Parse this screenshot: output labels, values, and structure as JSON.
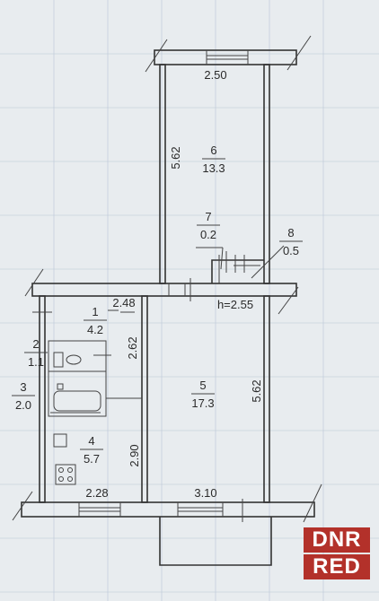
{
  "rooms": [
    {
      "number": "1",
      "area": "4.2"
    },
    {
      "number": "2",
      "area": "1.1"
    },
    {
      "number": "3",
      "area": "2.0"
    },
    {
      "number": "4",
      "area": "5.7"
    },
    {
      "number": "5",
      "area": "17.3"
    },
    {
      "number": "6",
      "area": "13.3"
    },
    {
      "number": "7",
      "area": "0.2"
    },
    {
      "number": "8",
      "area": "0.5"
    }
  ],
  "dimensions": {
    "room6_width": "2.50",
    "room6_length": "5.62",
    "corridor_width": "2.48",
    "ceiling_height": "h=2.55",
    "room1_length": "2.62",
    "room5_length": "5.62",
    "room4_length": "2.90",
    "room4_width": "2.28",
    "room5_width": "3.10"
  },
  "watermark": [
    "DNR",
    "RED"
  ]
}
